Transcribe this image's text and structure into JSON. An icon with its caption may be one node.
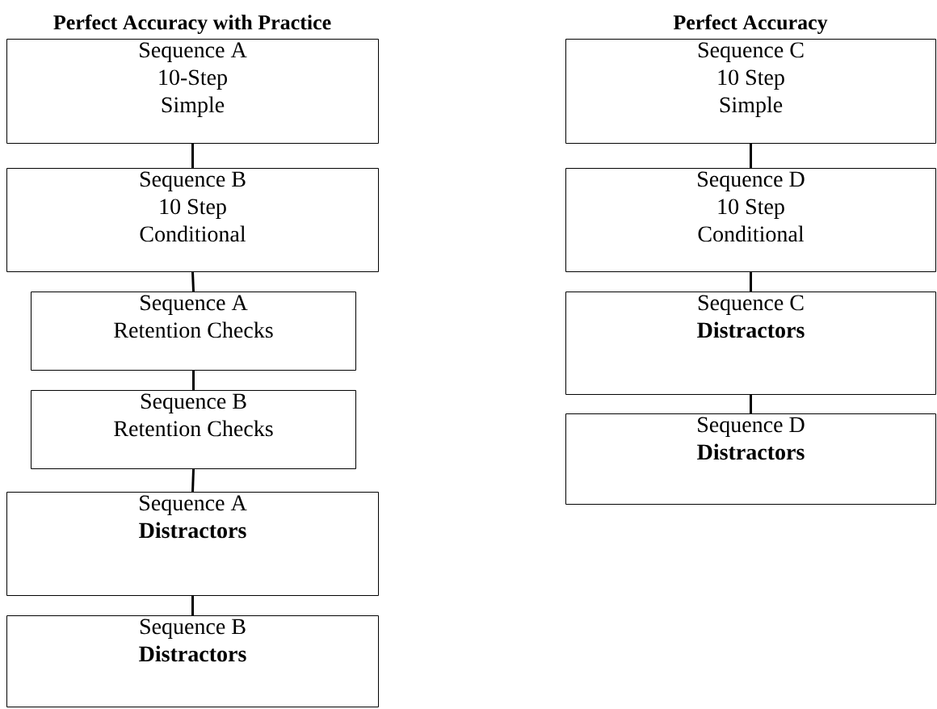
{
  "diagram": {
    "nodes": [
      {
        "text": [
          "Sequence A 10-Step Simple"
        ]
      },
      {
        "text": [
          "Sequence B 10 Step Conditional"
        ]
      },
      {
        "text": [
          "Sequence A Retention Checks"
        ]
      },
      {
        "text": [
          "Sequence B Retention Checks"
        ]
      },
      {
        "text": [
          "Sequence A **Distractors**"
        ]
      },
      {
        "text": [
          "Sequence B **Distractors**"
        ]
      },
      {
        "text": [
          "Sequence C 10 Step Simple"
        ]
      },
      {
        "text": [
          "Sequence D 10 Step Conditional"
        ]
      },
      {
        "text": [
          "Sequence C **Distractors**"
        ]
      },
      {
        "text": [
          "Sequence D **Distractors**"
        ]
      }
    ],
    "edges": [
      {
        "from": 0,
        "to": 1,
        "arrow": "none"
      },
      {
        "from": 1,
        "to": 2,
        "arrow": "none"
      },
      {
        "from": 2,
        "to": 3,
        "arrow": "none"
      },
      {
        "from": 3,
        "to": 4,
        "arrow": "none"
      },
      {
        "from": 4,
        "to": 5,
        "arrow": "none"
      },
      {
        "from": 6,
        "to": 7,
        "arrow": "none"
      },
      {
        "from": 7,
        "to": 8,
        "arrow": "none"
      },
      {
        "from": 8,
        "to": 9,
        "arrow": "none"
      }
    ],
    "labels": [
      "Perfect Accuracy with Practice",
      "Perfect Accuracy"
    ]
  }
}
